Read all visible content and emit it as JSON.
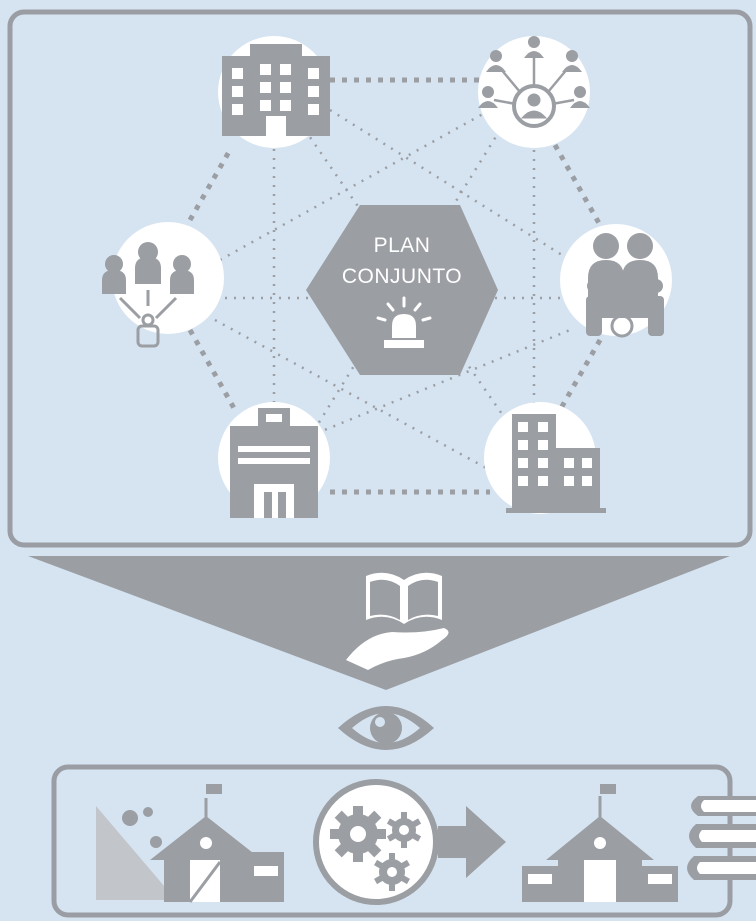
{
  "colors": {
    "background": "#d6e4f2",
    "panel_border": "#9a9da3",
    "icon_gray": "#9b9ea3",
    "node_fill": "#ffffff",
    "hex_fill": "#9b9ea3",
    "hex_text": "#ffffff"
  },
  "center": {
    "line1": "PLAN",
    "line2": "CONJUNTO",
    "icon": "alarm-light-icon"
  },
  "nodes": [
    {
      "id": "institution-building",
      "icon": "office-building-icon"
    },
    {
      "id": "community-network",
      "icon": "people-network-icon"
    },
    {
      "id": "families",
      "icon": "family-icon"
    },
    {
      "id": "tall-buildings",
      "icon": "tall-building-icon"
    },
    {
      "id": "school-building",
      "icon": "school-building-icon"
    },
    {
      "id": "leadership-group",
      "icon": "people-hierarchy-icon"
    }
  ],
  "middle": {
    "icons": [
      "book-in-hand-icon",
      "eye-icon"
    ]
  },
  "bottom": {
    "icons": [
      "damaged-school-icon",
      "gears-icon",
      "arrow-right-icon",
      "restored-school-icon",
      "books-stack-icon"
    ]
  }
}
